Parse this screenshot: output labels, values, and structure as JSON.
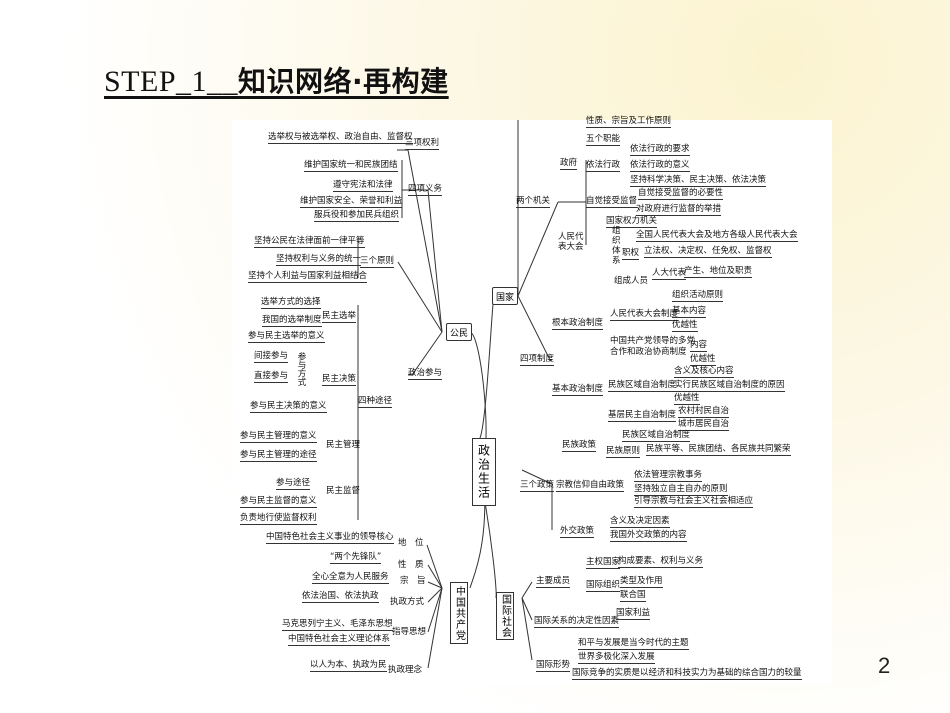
{
  "title": {
    "en": "STEP_1__",
    "cn": "知识网络·再构建"
  },
  "page_number": "2",
  "center": "政治生活",
  "hubs": {
    "gongmin": "公民",
    "guojia": "国家",
    "gcd": "中国共产党",
    "guoji": "国际社会"
  },
  "gongmin": {
    "sanxiang": "三项权利",
    "sanxiang_items": [
      "选举权与被选举权、政治自由、监督权"
    ],
    "sixiang": "四项义务",
    "sixiang_items": [
      "维护国家统一和民族团结",
      "遵守宪法和法律",
      "维护国家安全、荣誉和利益",
      "服兵役和参加民兵组织"
    ],
    "sange": "三个原则",
    "sange_items": [
      "坚持公民在法律面前一律平等",
      "坚持权利与义务的统一",
      "坚持个人利益与国家利益相结合"
    ],
    "zhengzhi": "政治参与",
    "sizhong": "四种途径",
    "minzhu_xuanju": "民主选举",
    "xuanju_items": [
      "选举方式的选择",
      "我国的选举制度",
      "参与民主选举的意义"
    ],
    "minzhu_juece": "民主决策",
    "juece_fangshi": "参与方式",
    "juece_items": [
      "间接参与",
      "直接参与",
      "参与民主决策的意义"
    ],
    "minzhu_guanli": "民主管理",
    "guanli_items": [
      "参与民主管理的意义",
      "参与民主管理的途径"
    ],
    "minzhu_jiandu": "民主监督",
    "jiandu_items": [
      "参与途径",
      "参与民主监督的意义",
      "负责地行使监督权利"
    ]
  },
  "guojia": {
    "liangge": "两个机关",
    "zhengfu": "政府",
    "zhengfu_items": [
      "性质、宗旨及工作原则",
      "五个职能"
    ],
    "yifa": "依法行政",
    "yifa_items": [
      "依法行政的要求",
      "依法行政的意义",
      "坚持科学决策、民主决策、依法决策"
    ],
    "zijue": "自觉接受监督",
    "zijue_items": [
      "自觉接受监督的必要性",
      "对政府进行监督的举措"
    ],
    "renda": "人民代表大会",
    "renda_items": [
      "国家权力机关"
    ],
    "zuzhi": "组织体系",
    "zuzhi_item": "全国人民代表大会及地方各级人民代表大会",
    "zhiquan": "职权",
    "zhiquan_item": "立法权、决定权、任免权、监督权",
    "zucheng": "组成人员",
    "daibiao": "人大代表",
    "daibiao_item": "产生、地位及职责",
    "sixiang_zhidu": "四项制度",
    "genben": "根本政治制度",
    "rmdbdh_zhidu": "人民代表大会制度",
    "genben_items": [
      "组织活动原则",
      "基本内容",
      "优越性"
    ],
    "jiben": "基本政治制度",
    "duodang": "中国共产党领导的多党合作和政治协商制度",
    "duodang_items": [
      "内容",
      "优越性"
    ],
    "minzu_quyu": "民族区域自治制度",
    "minzu_quyu_items": [
      "含义及核心内容",
      "实行民族区域自治制度的原因",
      "优越性"
    ],
    "jiceng": "基层民主自治制度",
    "jiceng_items": [
      "农村村民自治",
      "城市居民自治"
    ],
    "sange_zhengce": "三个政策",
    "minzu_zhengce": "民族政策",
    "minzu_zhengce_item": "民族区域自治制度",
    "minzu_yuanze": "民族原则",
    "minzu_yuanze_item": "民族平等、民族团结、各民族共同繁荣",
    "zongjiao": "宗教信仰自由政策",
    "zongjiao_items": [
      "依法管理宗教事务",
      "坚持独立自主自办的原则",
      "引导宗教与社会主义社会相适应"
    ],
    "waijiao": "外交政策",
    "waijiao_items": [
      "含义及决定因素",
      "我国外交政策的内容"
    ]
  },
  "gcd": {
    "diwei": "地　位",
    "diwei_item": "中国特色社会主义事业的领导核心",
    "xingzhi": "性　质",
    "xingzhi_item": "“两个先锋队”",
    "zongzhi": "宗　旨",
    "zongzhi_item": "全心全意为人民服务",
    "zhizheng": "执政方式",
    "zhizheng_item": "依法治国、依法执政",
    "zhidao": "指导思想",
    "zhidao_items": [
      "马克思列宁主义、毛泽东思想",
      "中国特色社会主义理论体系"
    ],
    "linian": "执政理念",
    "linian_item": "以人为本、执政为民"
  },
  "guoji": {
    "zhuyao": "主要成员",
    "zhuquan": "主权国家",
    "zhuquan_item": "构成要素、权利与义务",
    "guoji_zuzhi": "国际组织",
    "zuzhi_items": [
      "类型及作用",
      "联合国"
    ],
    "guanxi": "国际关系的决定性因素",
    "guanxi_item": "国家利益",
    "xingshi": "国际形势",
    "xingshi_items": [
      "和平与发展是当今时代的主题",
      "世界多极化深入发展",
      "国际竞争的实质是以经济和科技实力为基础的综合国力的较量"
    ]
  }
}
